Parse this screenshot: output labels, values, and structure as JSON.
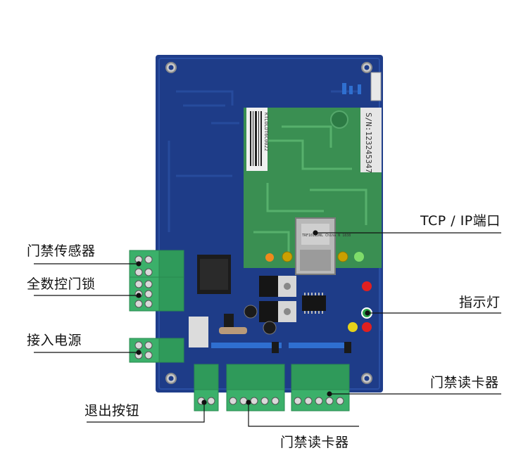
{
  "serial_label": "S/N:123245347",
  "board_sticker": "KTLOLDT6C0022",
  "ethernet_jack_text": "TRF1011DNL China N 1838",
  "colors": {
    "pcb_blue": "#1f3d8a",
    "pcb_dark": "#162f6e",
    "trace_blue": "#2a4fa3",
    "module_green": "#3a8f52",
    "terminal_green": "#3bb06a",
    "terminal_dark": "#2a8a50"
  },
  "callouts": {
    "tcp_ip_port": "TCP / IP端口",
    "door_sensor": "门禁传感器",
    "door_lock": "全数控门锁",
    "power_input": "接入电源",
    "indicator_light": "指示灯",
    "reader_right": "门禁读卡器",
    "exit_button": "退出按钮",
    "reader_bottom": "门禁读卡器"
  }
}
